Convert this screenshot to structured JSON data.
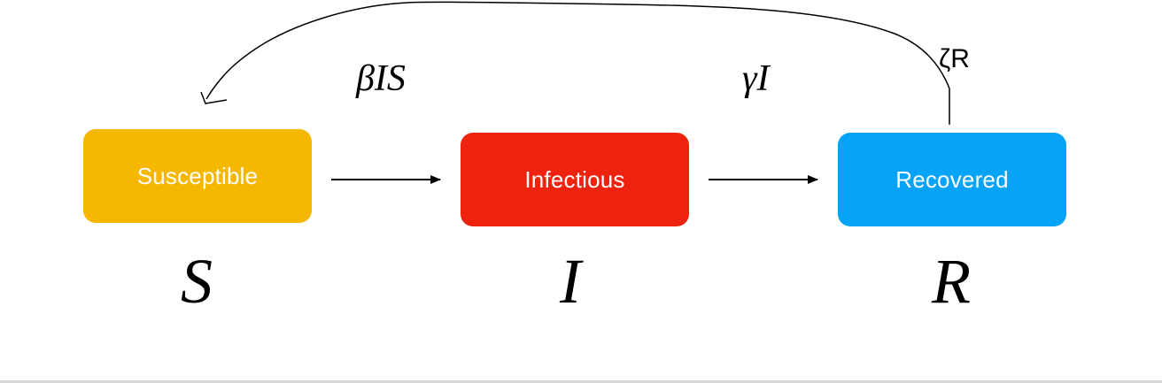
{
  "compartments": {
    "susceptible": {
      "label": "Susceptible",
      "symbol": "S",
      "color": "#F5B700"
    },
    "infectious": {
      "label": "Infectious",
      "symbol": "I",
      "color": "#EE230F"
    },
    "recovered": {
      "label": "Recovered",
      "symbol": "R",
      "color": "#06A3F7"
    }
  },
  "transitions": {
    "infection": "βIS",
    "recovery": "γI",
    "waning": "ζR"
  },
  "colors": {
    "arrow": "#000000",
    "text_on_box": "#FFFFFF"
  }
}
